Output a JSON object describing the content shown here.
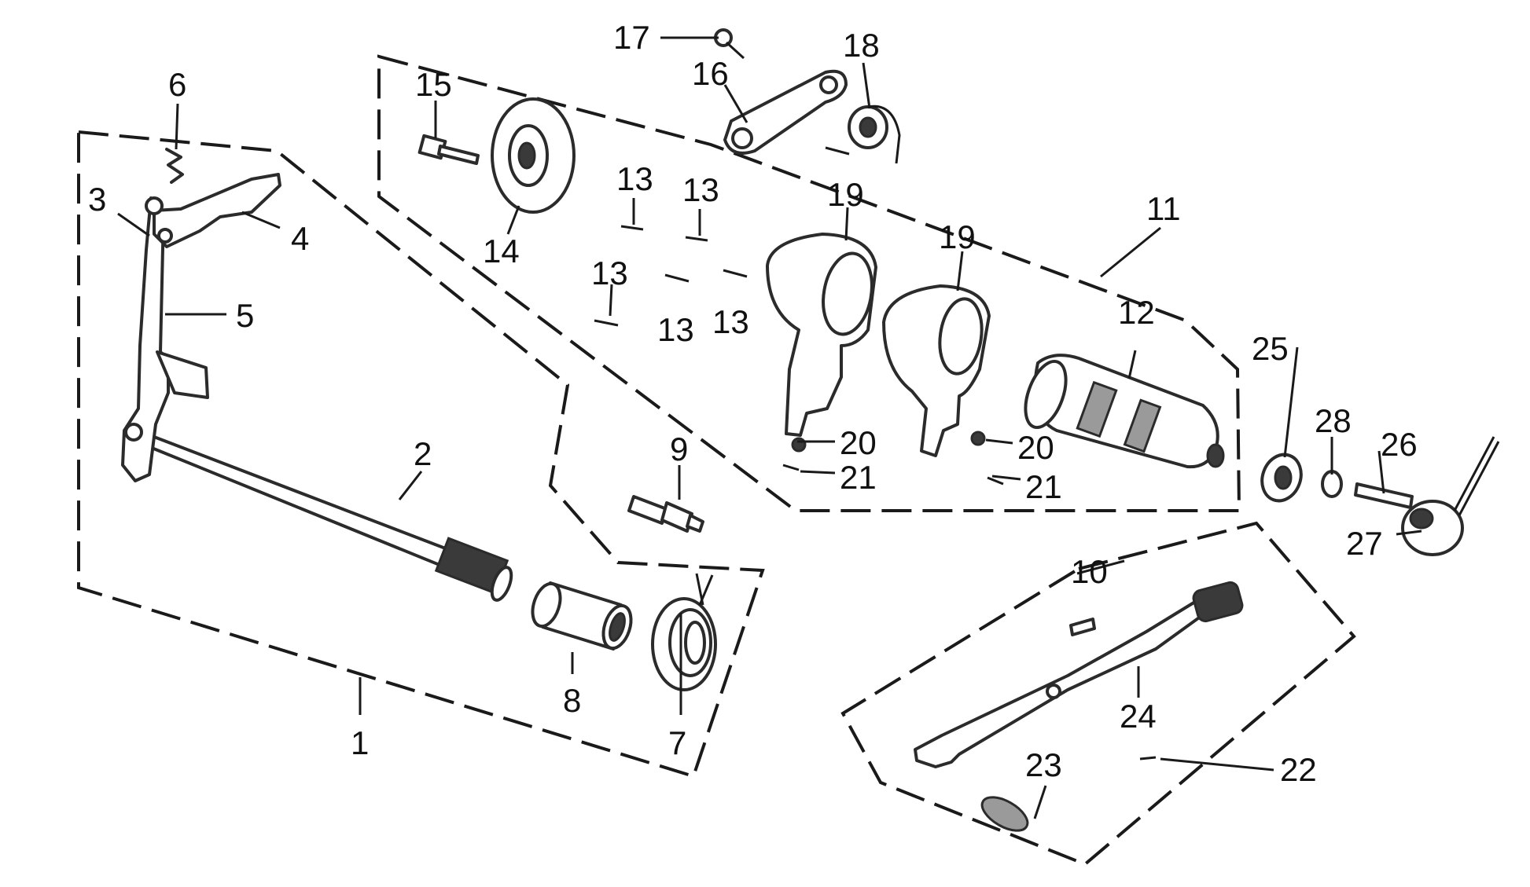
{
  "callouts": {
    "c1": "1",
    "c2": "2",
    "c3": "3",
    "c4": "4",
    "c5": "5",
    "c6": "6",
    "c7": "7",
    "c8": "8",
    "c9": "9",
    "c10": "10",
    "c11": "11",
    "c12": "12",
    "c13a": "13",
    "c13b": "13",
    "c13c": "13",
    "c13d": "13",
    "c13e": "13",
    "c14": "14",
    "c15": "15",
    "c16": "16",
    "c17": "17",
    "c18": "18",
    "c19a": "19",
    "c19b": "19",
    "c20a": "20",
    "c20b": "20",
    "c21a": "21",
    "c21b": "21",
    "c22": "22",
    "c23": "23",
    "c24": "24",
    "c25": "25",
    "c26": "26",
    "c27": "27",
    "c28": "28"
  },
  "colors": {
    "line": "#1a1a1a",
    "background": "#ffffff"
  }
}
